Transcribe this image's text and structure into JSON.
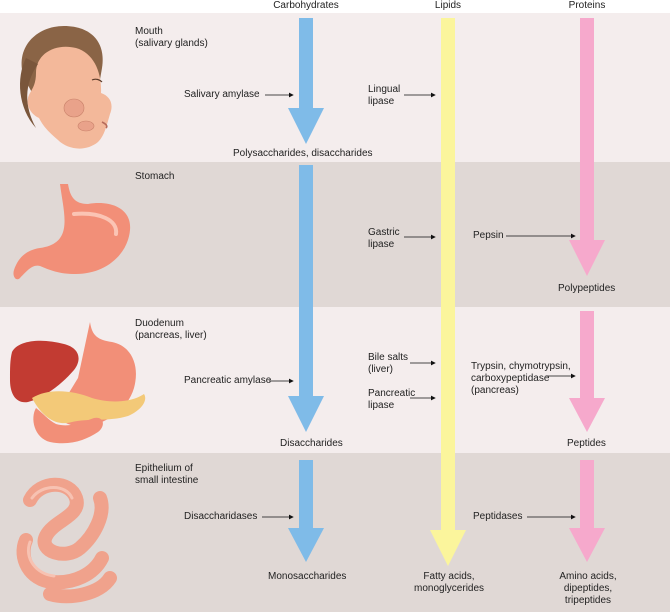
{
  "colors": {
    "band_light": "#f4eded",
    "band_dark": "#e0d8d5",
    "carbohydrates": "#7fbbe8",
    "lipids": "#fbf59c",
    "proteins": "#f6a9cc",
    "skin": "#f3b89a",
    "hair": "#8a6446",
    "organ": "#f28f78",
    "liver": "#c23b32",
    "pancreas": "#f3c978"
  },
  "columns": {
    "carbohydrates": "Carbohydrates",
    "lipids": "Lipids",
    "proteins": "Proteins"
  },
  "icons": [
    "head-illustration-icon",
    "stomach-illustration-icon",
    "liver-stomach-pancreas-illustration-icon",
    "small-intestine-illustration-icon"
  ],
  "sections": {
    "mouth": {
      "label": "Mouth\n(salivary glands)",
      "carb_enzyme": "Salivary amylase",
      "lipid_enzyme": "Lingual\nlipase",
      "carb_product": "Polysaccharides, disaccharides"
    },
    "stomach": {
      "label": "Stomach",
      "lipid_enzyme": "Gastric\nlipase",
      "protein_enzyme": "Pepsin",
      "protein_product": "Polypeptides"
    },
    "duodenum": {
      "label": "Duodenum\n(pancreas, liver)",
      "carb_enzyme": "Pancreatic amylase",
      "lipid_agent_1": "Bile salts\n(liver)",
      "lipid_agent_2": "Pancreatic\nlipase",
      "protein_enzyme": "Trypsin, chymotrypsin,\ncarboxypeptidase\n(pancreas)",
      "carb_product": "Disaccharides",
      "protein_product": "Peptides"
    },
    "epithelium": {
      "label": "Epithelium of\nsmall intestine",
      "carb_enzyme": "Disaccharidases",
      "protein_enzyme": "Peptidases",
      "carb_product": "Monosaccharides",
      "lipid_product": "Fatty acids,\nmonoglycerides",
      "protein_product": "Amino acids,\ndipeptides,\ntripeptides"
    }
  }
}
